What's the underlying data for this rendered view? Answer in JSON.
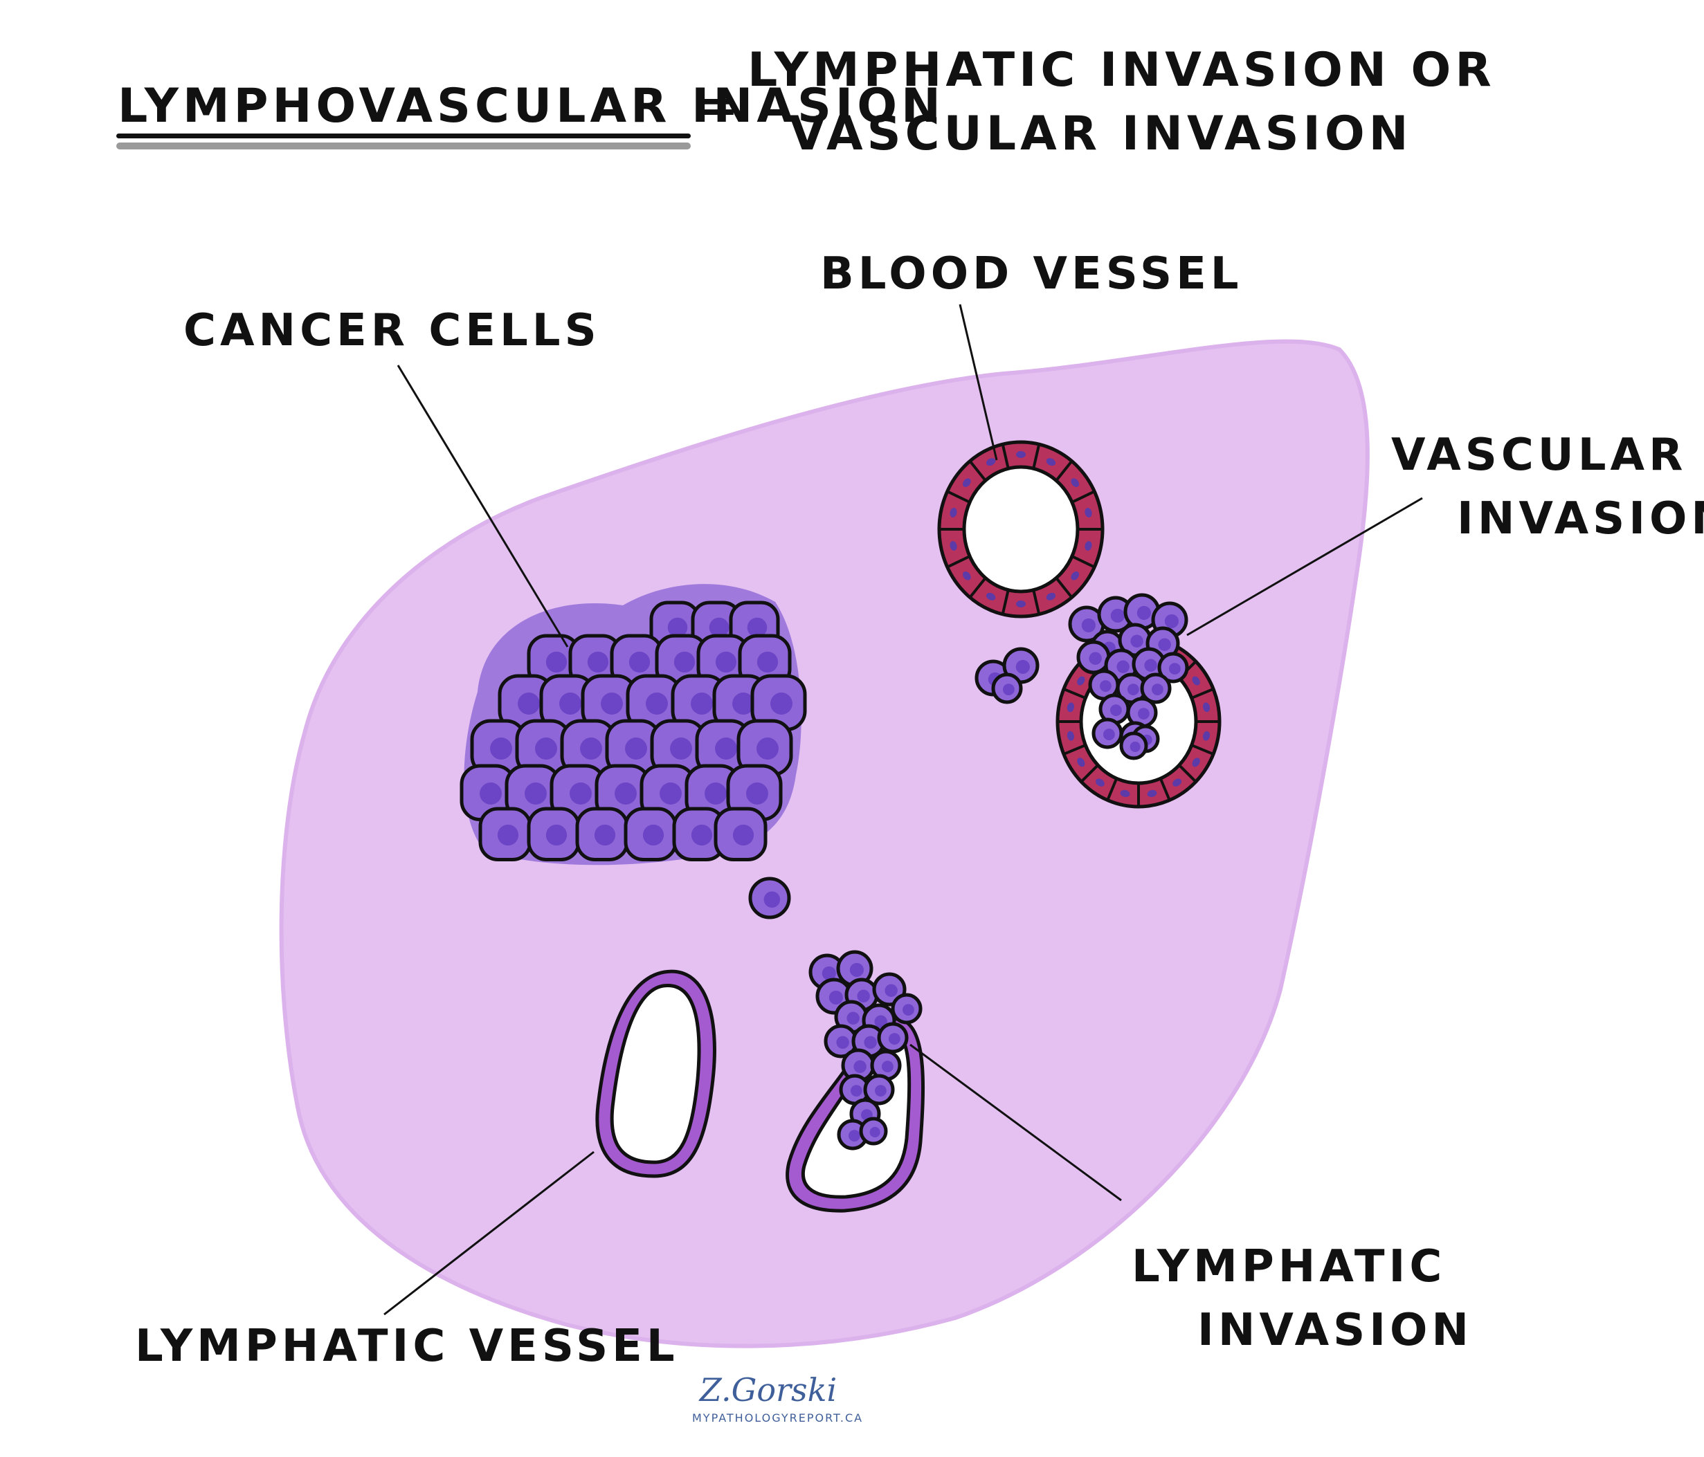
{
  "title": {
    "term": "LYMPHOVASCULAR INASION",
    "equals": "=",
    "definition_line1": "LYMPHATIC INVASION OR",
    "definition_line2": "VASCULAR INVASION"
  },
  "labels": {
    "cancer_cells": "CANCER CELLS",
    "blood_vessel": "BLOOD VESSEL",
    "vascular_invasion_line1": "VASCULAR",
    "vascular_invasion_line2": "INVASION",
    "lymphatic_invasion_line1": "LYMPHATIC",
    "lymphatic_invasion_line2": "INVASION",
    "lymphatic_vessel": "LYMPHATIC VESSEL"
  },
  "signature": {
    "artist": "Z.Gorski",
    "website": "MYPATHOLOGYREPORT.CA"
  },
  "colors": {
    "tissue": "#e4c1f0",
    "tissue_edge": "#dcb2ec",
    "cancer_cell": "#8f66d8",
    "cancer_nucleus": "#6b45c5",
    "blood_vessel_wall": "#b8325e",
    "blood_vessel_nucleus": "#5c3aa8",
    "lymphatic_wall": "#a45bd0",
    "outline": "#111111",
    "signature": "#3f5f9a"
  }
}
